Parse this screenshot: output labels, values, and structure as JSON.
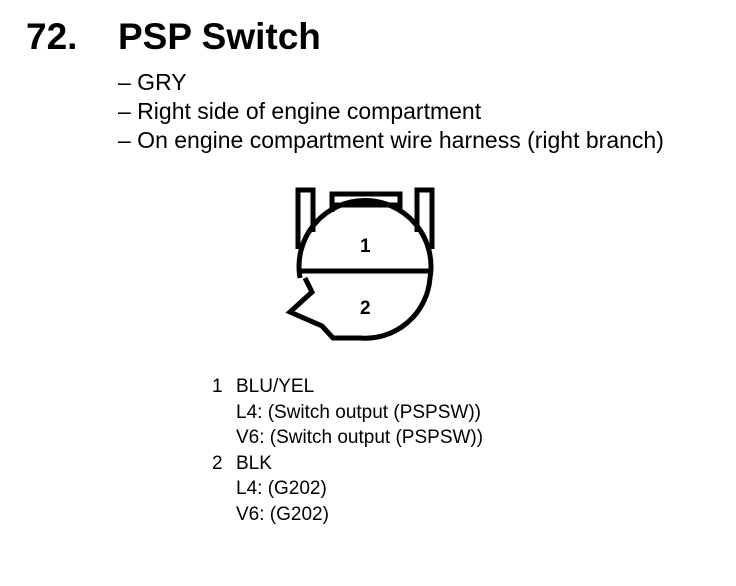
{
  "heading": {
    "number": "72.",
    "title": "PSP Switch"
  },
  "details": [
    "– GRY",
    "– Right side of engine compartment",
    "– On engine compartment wire harness (right branch)"
  ],
  "connector": {
    "pin_labels": [
      "1",
      "2"
    ],
    "stroke_color": "#000000"
  },
  "pins": [
    {
      "number": "1",
      "color": "BLU/YEL",
      "lines": [
        "L4: (Switch output (PSPSW))",
        "V6: (Switch output (PSPSW))"
      ]
    },
    {
      "number": "2",
      "color": "BLK",
      "lines": [
        "L4: (G202)",
        "V6: (G202)"
      ]
    }
  ]
}
